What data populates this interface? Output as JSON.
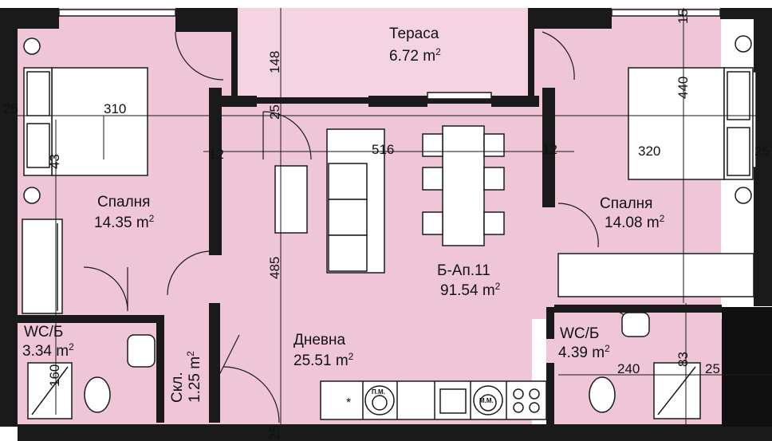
{
  "colors": {
    "floor": "#efc6d8",
    "wall": "#1a1a1a",
    "furniture": "#ffffff"
  },
  "rooms": {
    "terrace": {
      "name": "Тераса",
      "area": "6.72 m",
      "sup": "2"
    },
    "bedroom_left": {
      "name": "Спалня",
      "area": "14.35 m",
      "sup": "2"
    },
    "bedroom_right": {
      "name": "Спалня",
      "area": "14.08 m",
      "sup": "2"
    },
    "apartment": {
      "name": "Б-Ап.11",
      "area": "91.54 m",
      "sup": "2"
    },
    "living": {
      "name": "Дневна",
      "area": "25.51 m",
      "sup": "2"
    },
    "wc_left": {
      "name": "WC/Б",
      "area": "3.34 m",
      "sup": "2"
    },
    "wc_right": {
      "name": "WC/Б",
      "area": "4.39 m",
      "sup": "2"
    },
    "storage": {
      "name": "Скл.",
      "area": "1.25 m",
      "sup": "2"
    }
  },
  "dimensions": {
    "d148": "148",
    "d25_top": "25",
    "d310": "310",
    "d25_left": "25",
    "d43": "43",
    "d12_left": "12",
    "d516": "516",
    "d12_right": "12",
    "d320": "320",
    "d25_right": "25",
    "d440": "440",
    "d15": "15",
    "d485": "485",
    "d160": "160",
    "d240": "240",
    "d83": "83",
    "d25_wc": "25",
    "d25_bottom": "25"
  },
  "appliances": {
    "washer": "П.М.",
    "dishwasher": "М.М.",
    "fridge": "*"
  }
}
